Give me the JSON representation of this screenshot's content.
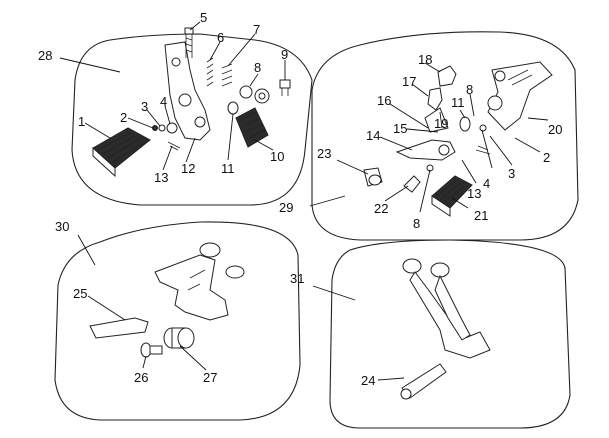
{
  "labels": {
    "l1": "1",
    "l2a": "2",
    "l2b": "2",
    "l3a": "3",
    "l3b": "3",
    "l4a": "4",
    "l4b": "4",
    "l5": "5",
    "l6": "6",
    "l7": "7",
    "l8a": "8",
    "l8b": "8",
    "l8c": "8",
    "l9": "9",
    "l10": "10",
    "l11a": "11",
    "l11b": "11",
    "l12": "12",
    "l13a": "13",
    "l13b": "13",
    "l14": "14",
    "l15": "15",
    "l16": "16",
    "l17": "17",
    "l18": "18",
    "l19": "19",
    "l20": "20",
    "l21": "21",
    "l22": "22",
    "l23": "23",
    "l24": "24",
    "l25": "25",
    "l26": "26",
    "l27": "27",
    "l28": "28",
    "l29": "29",
    "l30": "30",
    "l31": "31"
  }
}
